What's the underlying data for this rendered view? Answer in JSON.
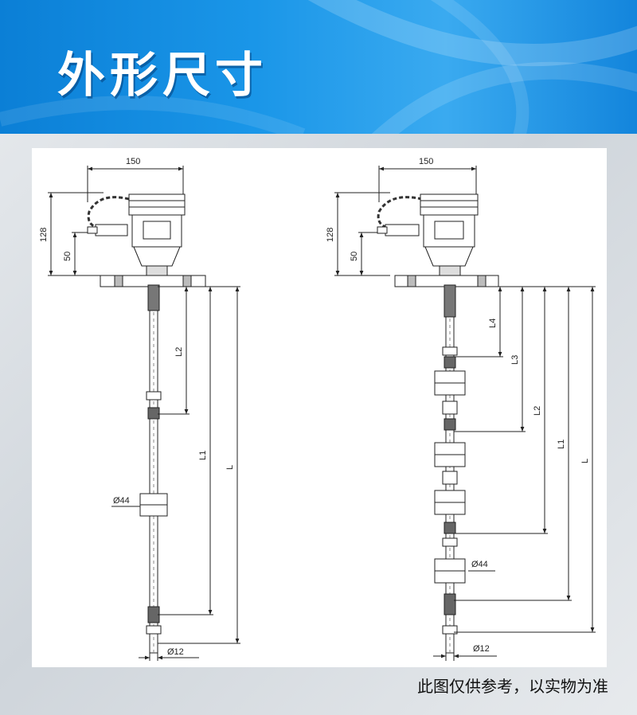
{
  "banner": {
    "title": "外形尺寸"
  },
  "caption": "此图仅供参考，以实物为准",
  "left_drawing": {
    "dims": {
      "width": "150",
      "height": "128",
      "head": "50",
      "l2": "L2",
      "l1": "L1",
      "l": "L",
      "float_dia": "Ø44",
      "rod_dia": "Ø12"
    }
  },
  "right_drawing": {
    "dims": {
      "width": "150",
      "height": "128",
      "head": "50",
      "l4": "L4",
      "l3": "L3",
      "l2": "L2",
      "l1": "L1",
      "l": "L",
      "float_dia": "Ø44",
      "rod_dia": "Ø12"
    }
  },
  "colors": {
    "banner": "#1a96e8",
    "line": "#222222"
  }
}
